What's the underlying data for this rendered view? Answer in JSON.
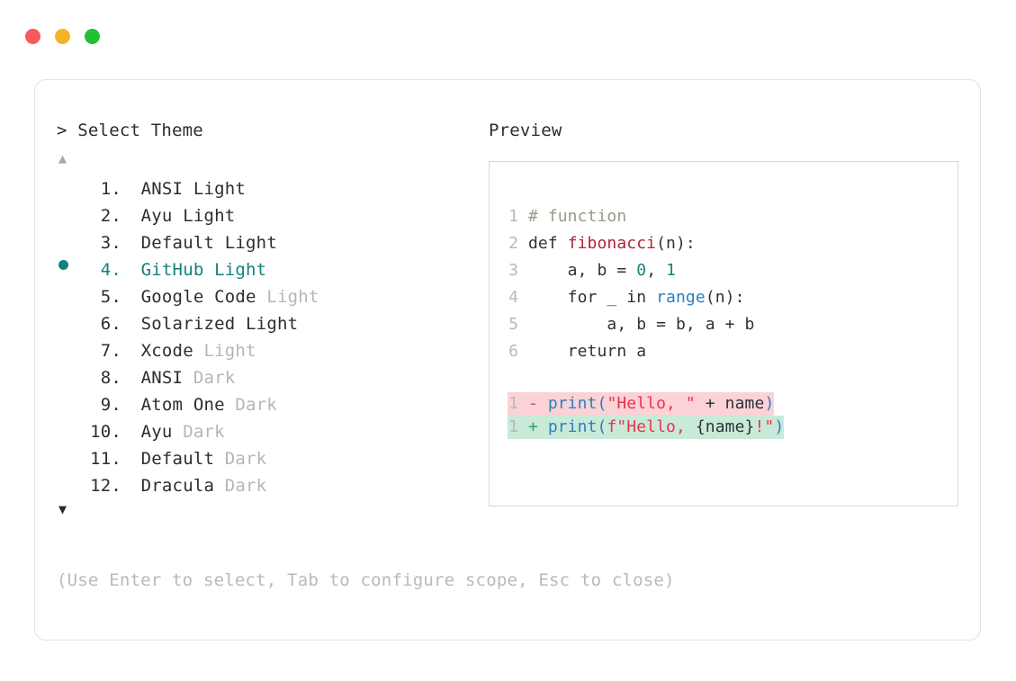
{
  "window": {
    "traffic_lights": [
      {
        "name": "close",
        "color": "#f9585c"
      },
      {
        "name": "minimize",
        "color": "#f5b426"
      },
      {
        "name": "maximize",
        "color": "#23c033"
      }
    ]
  },
  "left": {
    "prompt": "> Select Theme",
    "scroll_up_icon": "▲",
    "scroll_down_icon": "▼",
    "themes": [
      {
        "index": "1.",
        "name": "ANSI",
        "variant": "Light",
        "variant_dim": false,
        "selected": false
      },
      {
        "index": "2.",
        "name": "Ayu",
        "variant": "Light",
        "variant_dim": false,
        "selected": false
      },
      {
        "index": "3.",
        "name": "Default",
        "variant": "Light",
        "variant_dim": false,
        "selected": false
      },
      {
        "index": "4.",
        "name": "GitHub",
        "variant": "Light",
        "variant_dim": false,
        "selected": true
      },
      {
        "index": "5.",
        "name": "Google Code",
        "variant": "Light",
        "variant_dim": true,
        "selected": false
      },
      {
        "index": "6.",
        "name": "Solarized",
        "variant": "Light",
        "variant_dim": false,
        "selected": false
      },
      {
        "index": "7.",
        "name": "Xcode",
        "variant": "Light",
        "variant_dim": true,
        "selected": false
      },
      {
        "index": "8.",
        "name": "ANSI",
        "variant": "Dark",
        "variant_dim": true,
        "selected": false
      },
      {
        "index": "9.",
        "name": "Atom One",
        "variant": "Dark",
        "variant_dim": true,
        "selected": false
      },
      {
        "index": "10.",
        "name": "Ayu",
        "variant": "Dark",
        "variant_dim": true,
        "selected": false
      },
      {
        "index": "11.",
        "name": "Default",
        "variant": "Dark",
        "variant_dim": true,
        "selected": false
      },
      {
        "index": "12.",
        "name": "Dracula",
        "variant": "Dark",
        "variant_dim": true,
        "selected": false
      }
    ],
    "hint": "(Use Enter to select, Tab to configure scope, Esc to close)"
  },
  "right": {
    "label": "Preview",
    "code_lines": [
      {
        "num": "1",
        "tokens": [
          {
            "t": "# function",
            "c": "comment"
          }
        ]
      },
      {
        "num": "2",
        "tokens": [
          {
            "t": "def ",
            "c": "kw"
          },
          {
            "t": "fibonacci",
            "c": "fn"
          },
          {
            "t": "(n):",
            "c": "plain"
          }
        ]
      },
      {
        "num": "3",
        "tokens": [
          {
            "t": "    a, b = ",
            "c": "plain"
          },
          {
            "t": "0",
            "c": "num"
          },
          {
            "t": ", ",
            "c": "plain"
          },
          {
            "t": "1",
            "c": "num"
          }
        ]
      },
      {
        "num": "4",
        "tokens": [
          {
            "t": "    for _ in ",
            "c": "plain"
          },
          {
            "t": "range",
            "c": "builtin"
          },
          {
            "t": "(n):",
            "c": "plain"
          }
        ]
      },
      {
        "num": "5",
        "tokens": [
          {
            "t": "        a, b = b, a + b",
            "c": "plain"
          }
        ]
      },
      {
        "num": "6",
        "tokens": [
          {
            "t": "    return a",
            "c": "plain"
          }
        ]
      }
    ],
    "diff_lines": [
      {
        "num": "1",
        "marker": "-",
        "kind": "del",
        "tokens": [
          {
            "t": "print",
            "c": "call"
          },
          {
            "t": "(",
            "c": "call"
          },
          {
            "t": "\"Hello, \"",
            "c": "str"
          },
          {
            "t": " + name",
            "c": "plain"
          },
          {
            "t": ")",
            "c": "call"
          }
        ]
      },
      {
        "num": "1",
        "marker": "+",
        "kind": "add",
        "tokens": [
          {
            "t": "print",
            "c": "call"
          },
          {
            "t": "(",
            "c": "call"
          },
          {
            "t": "f\"Hello, ",
            "c": "str"
          },
          {
            "t": "{name}",
            "c": "plain"
          },
          {
            "t": "!\"",
            "c": "str"
          },
          {
            "t": ")",
            "c": "call"
          }
        ]
      }
    ]
  }
}
